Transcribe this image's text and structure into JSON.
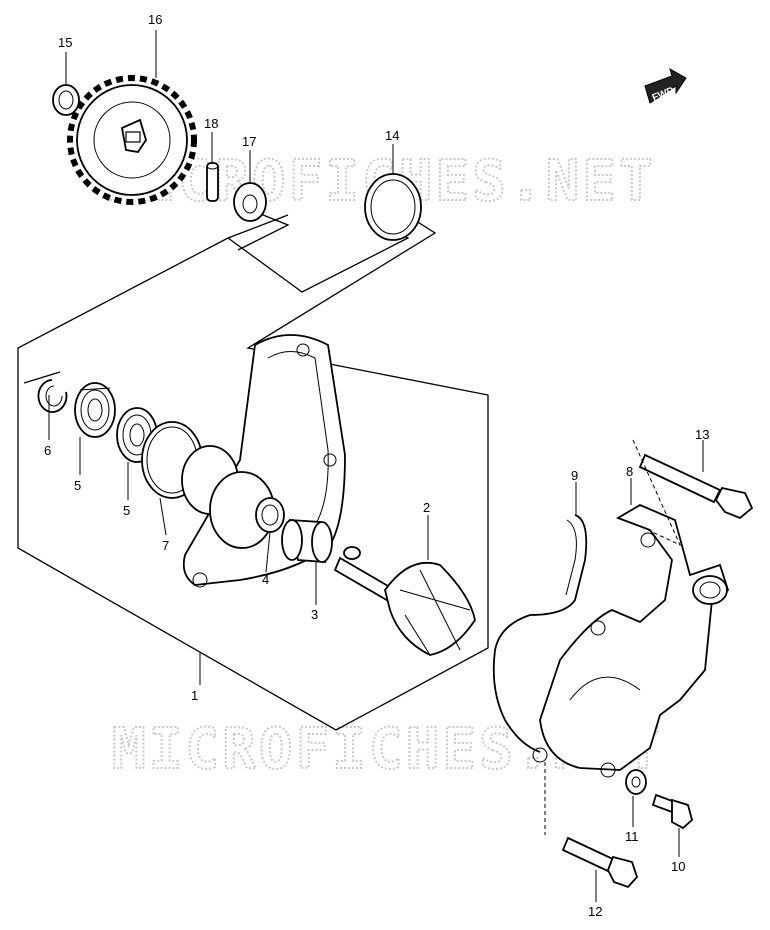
{
  "watermark": "MICROFICHES.NET",
  "direction_tag": "FWD",
  "callouts": {
    "c1": "1",
    "c2": "2",
    "c3": "3",
    "c4": "4",
    "c5a": "5",
    "c5b": "5",
    "c6": "6",
    "c7": "7",
    "c8": "8",
    "c9": "9",
    "c10": "10",
    "c11": "11",
    "c12": "12",
    "c13": "13",
    "c14": "14",
    "c15": "15",
    "c16": "16",
    "c17": "17",
    "c18": "18"
  }
}
